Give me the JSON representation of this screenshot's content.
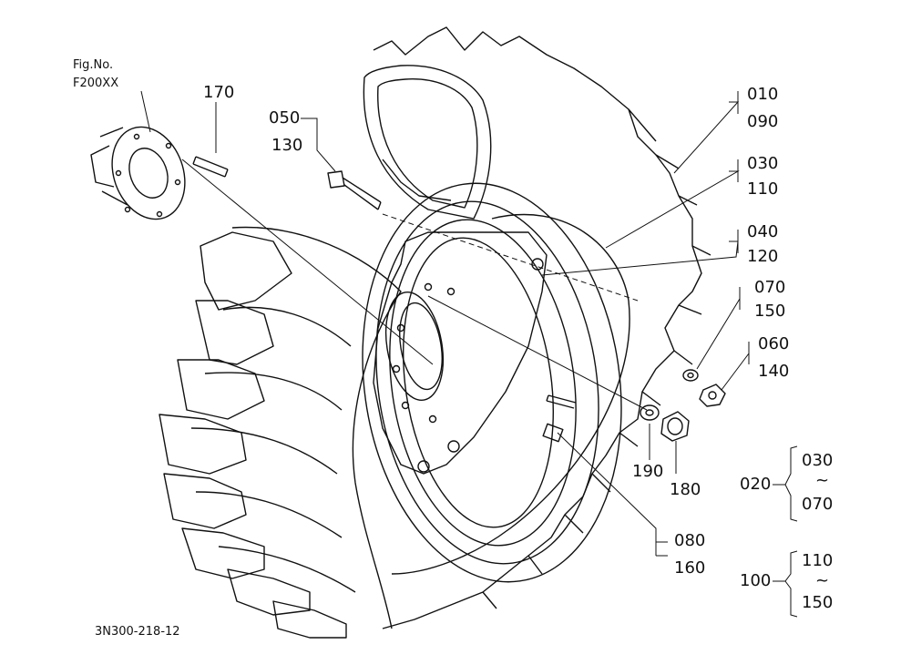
{
  "fig_ref": {
    "line1": "Fig.No.",
    "line2": "F200XX"
  },
  "figure_code": "3N300-218-12",
  "callouts": {
    "c170": "170",
    "c050": "050",
    "c130": "130",
    "c010": "010",
    "c090": "090",
    "c030": "030",
    "c110": "110",
    "c040": "040",
    "c120": "120",
    "c070": "070",
    "c150": "150",
    "c060": "060",
    "c140": "140",
    "c190": "190",
    "c180": "180",
    "c080": "080",
    "c160": "160"
  },
  "groups": {
    "g020": {
      "label": "020",
      "from": "030",
      "tilde": "~",
      "to": "070"
    },
    "g100": {
      "label": "100",
      "from": "110",
      "tilde": "~",
      "to": "150"
    }
  }
}
